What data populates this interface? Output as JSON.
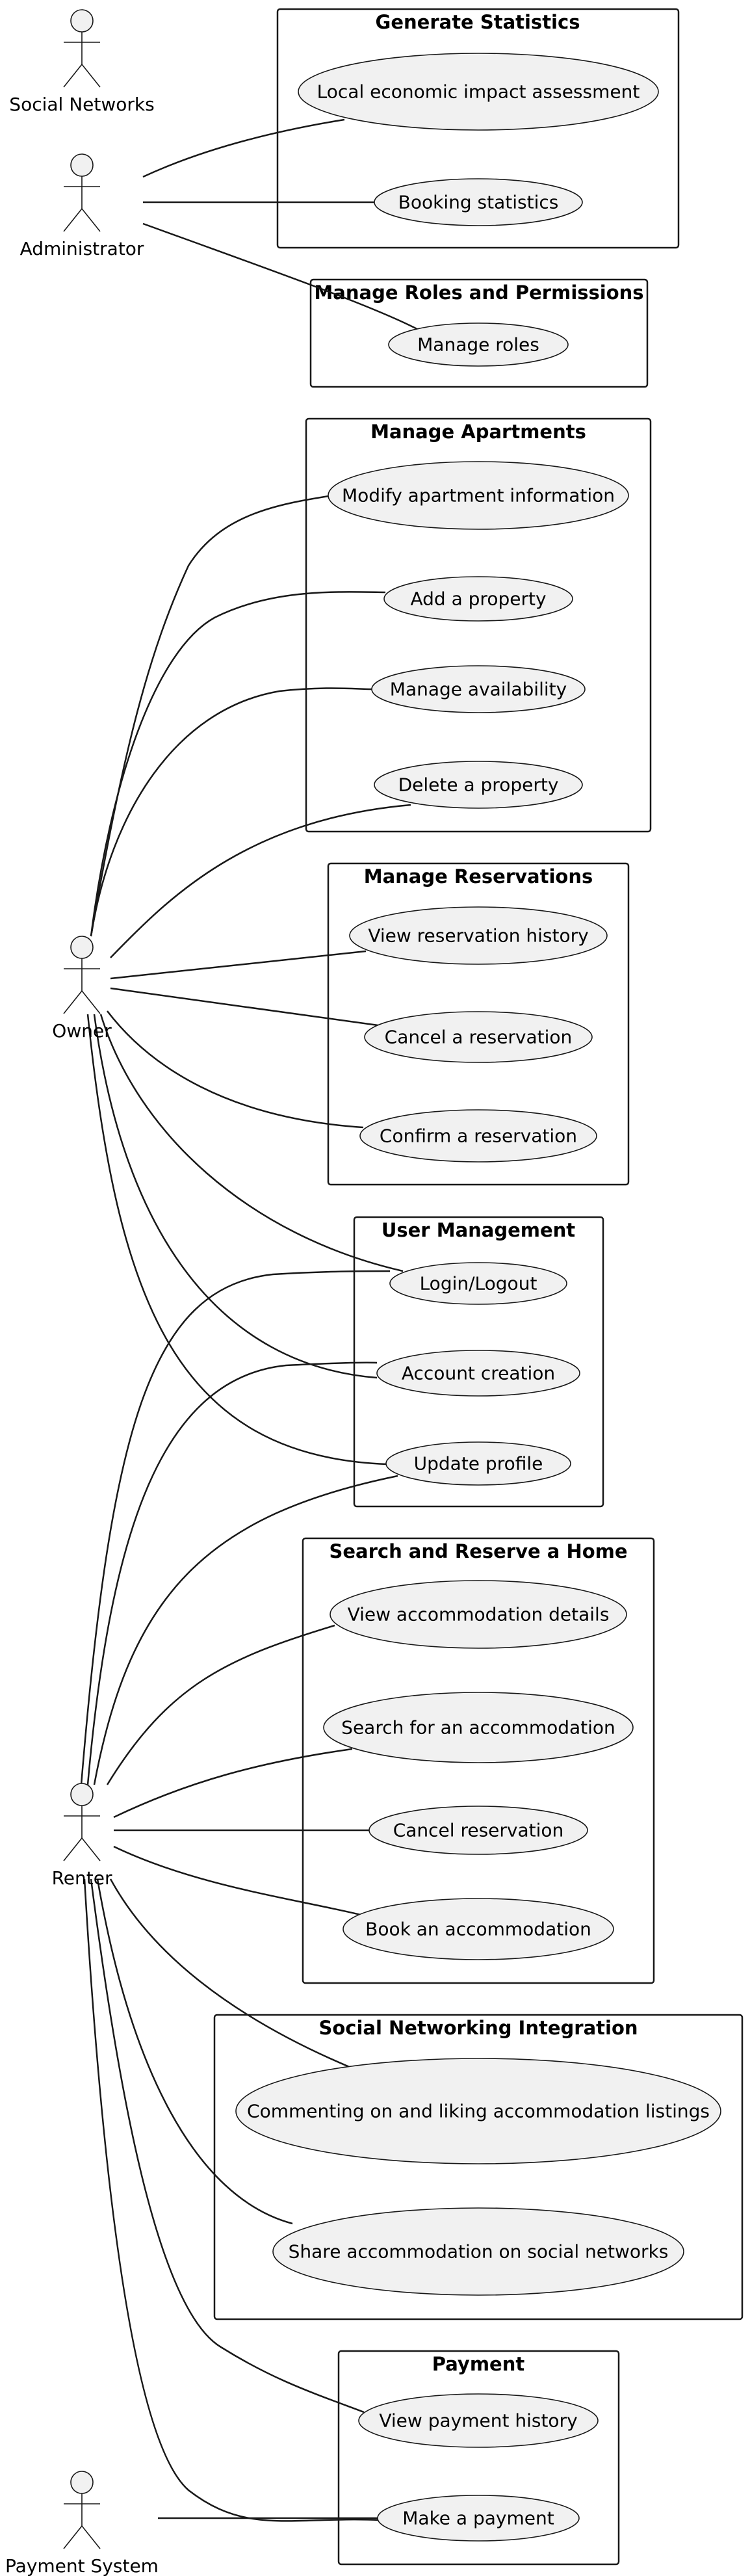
{
  "actors": {
    "social_networks": "Social Networks",
    "administrator": "Administrator",
    "owner": "Owner",
    "renter": "Renter",
    "payment_system": "Payment System"
  },
  "packages": {
    "generate_statistics": {
      "title": "Generate Statistics",
      "use_cases": [
        "Local economic impact assessment",
        "Booking statistics"
      ]
    },
    "manage_roles": {
      "title": "Manage Roles and Permissions",
      "use_cases": [
        "Manage roles"
      ]
    },
    "manage_apartments": {
      "title": "Manage Apartments",
      "use_cases": [
        "Modify apartment information",
        "Add a property",
        "Manage availability",
        "Delete a property"
      ]
    },
    "manage_reservations": {
      "title": "Manage Reservations",
      "use_cases": [
        "View reservation history",
        "Cancel a reservation",
        "Confirm a reservation"
      ]
    },
    "user_management": {
      "title": "User Management",
      "use_cases": [
        "Login/Logout",
        "Account creation",
        "Update profile"
      ]
    },
    "search_reserve": {
      "title": "Search and Reserve a Home",
      "use_cases": [
        "View accommodation details",
        "Search for an accommodation",
        "Cancel reservation",
        "Book an accommodation"
      ]
    },
    "social_integration": {
      "title": "Social Networking Integration",
      "use_cases": [
        "Commenting on and liking accommodation listings",
        "Share accommodation on social networks"
      ]
    },
    "payment": {
      "title": "Payment",
      "use_cases": [
        "View payment history",
        "Make a payment"
      ]
    }
  },
  "colors": {
    "stroke": "#181818",
    "use_case_fill": "#f1f1f1",
    "background": "#ffffff"
  }
}
